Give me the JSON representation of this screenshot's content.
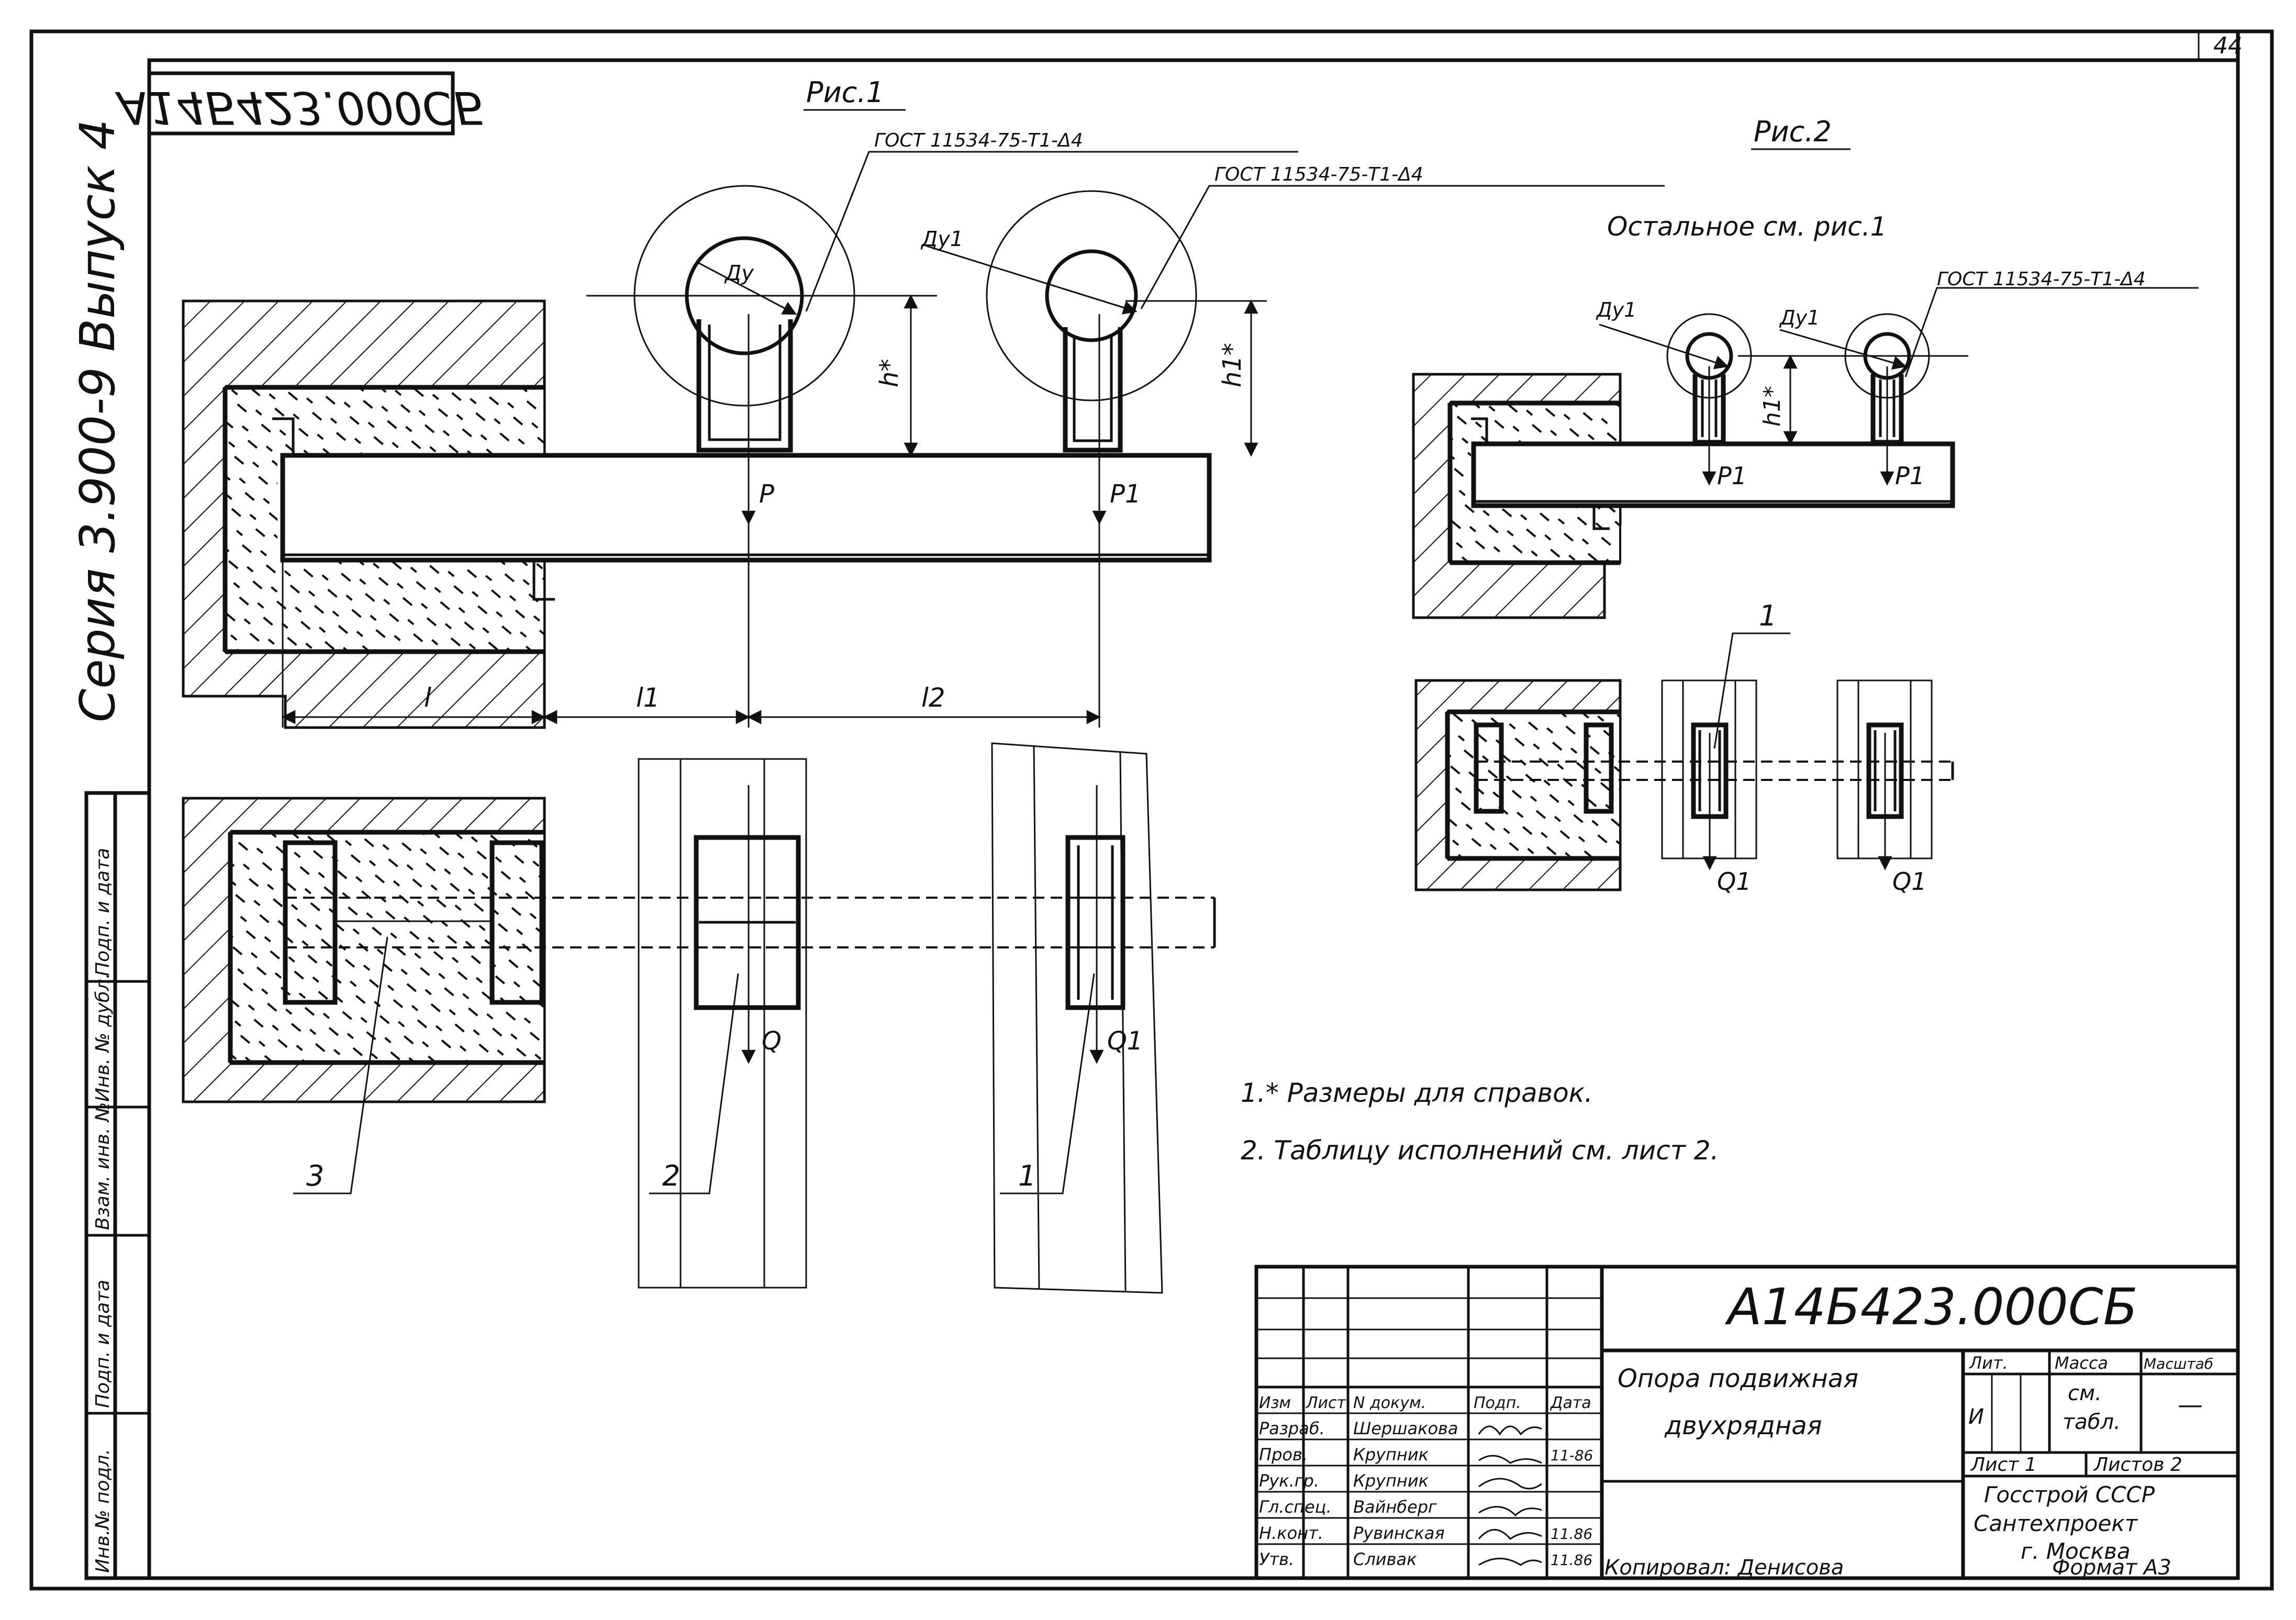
{
  "doc_code_top": "А14Б423.000СБ",
  "sheet_number": "44",
  "series_label": "Серия 3.900-9 Выпуск 4",
  "figures": {
    "fig1_title": "Рис.1",
    "fig2_title": "Рис.2",
    "fig2_note": "Остальное см. рис.1"
  },
  "weld_marks": {
    "fig1_left": "ГОСТ 11534-75-Т1-Δ4",
    "fig1_right": "ГОСТ 11534-75-Т1-Δ4",
    "fig2": "ГОСТ 11534-75-Т1-Δ4"
  },
  "dimensions": {
    "du": "Ду",
    "du1": "Ду1",
    "h": "h*",
    "h1": "h1*",
    "l": "l",
    "l1": "l1",
    "l2": "l2"
  },
  "loads": {
    "p": "P",
    "p1": "P1",
    "q": "Q",
    "q1": "Q1"
  },
  "positions": {
    "pos1": "1",
    "pos2": "2",
    "pos3": "3"
  },
  "notes": {
    "note1": "1.* Размеры для справок.",
    "note2": "2. Таблицу исполнений см. лист 2."
  },
  "side_strip": {
    "inv_orig": "Инв.№ подл.",
    "sign_date_1": "Подп. и дата",
    "replace_inv": "Взам. инв. №",
    "inv_dup": "Инв. № дубл.",
    "sign_date_2": "Подп. и дата"
  },
  "title_block": {
    "doc_code": "А14Б423.000СБ",
    "name_line1": "Опора подвижная",
    "name_line2": "двухрядная",
    "col_headers": [
      "Изм",
      "Лист",
      "N докум.",
      "Подп.",
      "Дата"
    ],
    "roles": [
      {
        "role": "Разраб.",
        "name": "Шершакова",
        "date": ""
      },
      {
        "role": "Пров.",
        "name": "Крупник",
        "date": "11-86"
      },
      {
        "role": "Рук.гр.",
        "name": "Крупник",
        "date": ""
      },
      {
        "role": "Гл.спец.",
        "name": "Вайнберг",
        "date": ""
      },
      {
        "role": "Н.конт.",
        "name": "Рувинская",
        "date": "11.86"
      },
      {
        "role": "Утв.",
        "name": "Сливак",
        "date": "11.86"
      }
    ],
    "lit_label": "Лит.",
    "mass_label": "Масса",
    "scale_label": "Масштаб",
    "lit_value": "И",
    "mass_value_1": "см.",
    "mass_value_2": "табл.",
    "scale_value": "—",
    "sheet_label": "Лист 1",
    "sheets_label": "Листов 2",
    "org_line1": "Госстрой СССР",
    "org_line2": "Сантехпроект",
    "org_line3": "г. Москва"
  },
  "footer": {
    "copied_by": "Копировал: Денисова",
    "format": "Формат А3"
  }
}
